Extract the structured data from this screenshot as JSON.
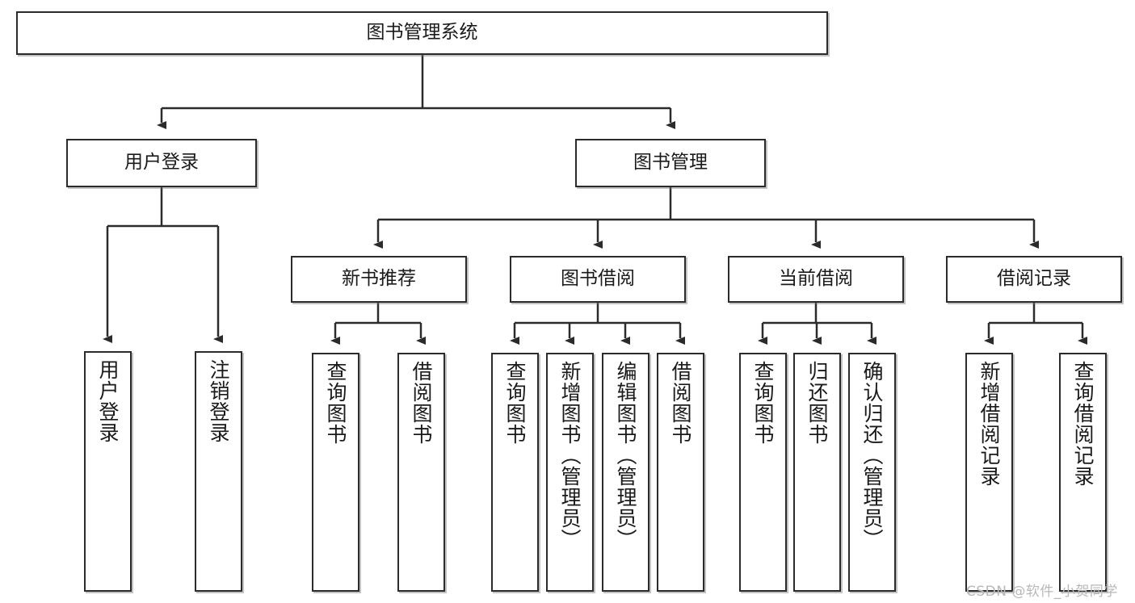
{
  "diagram": {
    "type": "tree-hierarchy",
    "title": "图书管理系统",
    "watermark": "CSDN @软件_小贺同学",
    "colors": {
      "border": "#2b2b2b",
      "background": "#ffffff",
      "text": "#1a1a1a",
      "watermark": "#b8b8b8"
    },
    "nodes": {
      "root": {
        "label": "图书管理系统"
      },
      "level2": [
        {
          "id": "user-login",
          "label": "用户登录"
        },
        {
          "id": "book-manage",
          "label": "图书管理"
        }
      ],
      "level3": [
        {
          "id": "new-book-rec",
          "label": "新书推荐"
        },
        {
          "id": "book-borrow",
          "label": "图书借阅"
        },
        {
          "id": "current-borrow",
          "label": "当前借阅"
        },
        {
          "id": "borrow-record",
          "label": "借阅记录"
        }
      ],
      "leaves": {
        "user-login": [
          {
            "id": "leaf-user-login",
            "label": "用户登录"
          },
          {
            "id": "leaf-logout",
            "label": "注销登录"
          }
        ],
        "new-book-rec": [
          {
            "id": "leaf-query-book-1",
            "label": "查询图书"
          },
          {
            "id": "leaf-borrow-book-1",
            "label": "借阅图书"
          }
        ],
        "book-borrow": [
          {
            "id": "leaf-query-book-2",
            "label": "查询图书"
          },
          {
            "id": "leaf-add-book",
            "label": "新增图书（管理员）"
          },
          {
            "id": "leaf-edit-book",
            "label": "编辑图书（管理员）"
          },
          {
            "id": "leaf-borrow-book-2",
            "label": "借阅图书"
          }
        ],
        "current-borrow": [
          {
            "id": "leaf-query-book-3",
            "label": "查询图书"
          },
          {
            "id": "leaf-return-book",
            "label": "归还图书"
          },
          {
            "id": "leaf-confirm-return",
            "label": "确认归还（管理员）"
          }
        ],
        "borrow-record": [
          {
            "id": "leaf-add-record",
            "label": "新增借阅记录"
          },
          {
            "id": "leaf-query-record",
            "label": "查询借阅记录"
          }
        ]
      }
    }
  }
}
